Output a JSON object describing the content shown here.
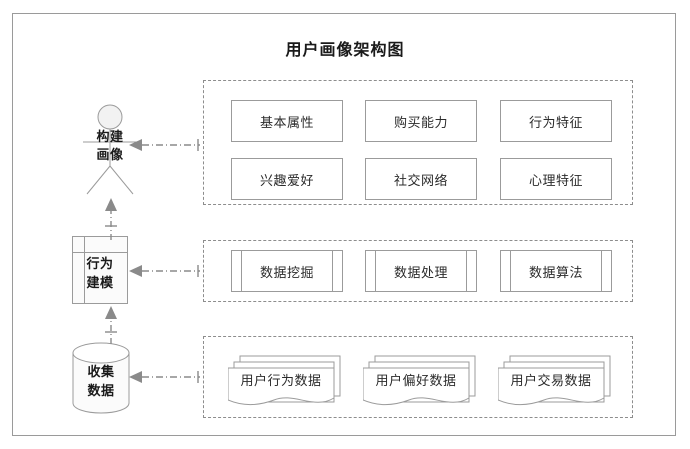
{
  "diagram": {
    "title": "用户画像架构图",
    "colors": {
      "frame_border": "#9a9a9a",
      "group_border": "#8d8d8d",
      "node_border": "#9b9b9b",
      "node_fill": "#ffffff",
      "text": "#2b2b2b",
      "title_text": "#1a1a1a",
      "connector": "#8a8a8a"
    },
    "left_column": [
      {
        "name": "构建画像",
        "line1": "构建",
        "line2": "画像",
        "shape": "actor-stick-figure"
      },
      {
        "name": "行为建模",
        "line1": "行为",
        "line2": "建模",
        "shape": "component"
      },
      {
        "name": "收集数据",
        "line1": "收集",
        "line2": "数据",
        "shape": "cylinder-database"
      }
    ],
    "groups": [
      {
        "id": "profile",
        "rows": [
          [
            "基本属性",
            "购买能力",
            "行为特征"
          ],
          [
            "兴趣爱好",
            "社交网络",
            "心理特征"
          ]
        ]
      },
      {
        "id": "model",
        "rows": [
          [
            "数据挖掘",
            "数据处理",
            "数据算法"
          ]
        ]
      },
      {
        "id": "data",
        "rows": [
          [
            "用户行为数据",
            "用户偏好数据",
            "用户交易数据"
          ]
        ]
      }
    ],
    "connectors": {
      "vertical_label": "dash-dot-arrow-up",
      "horizontal_label": "dash-dot-arrow-left"
    }
  }
}
